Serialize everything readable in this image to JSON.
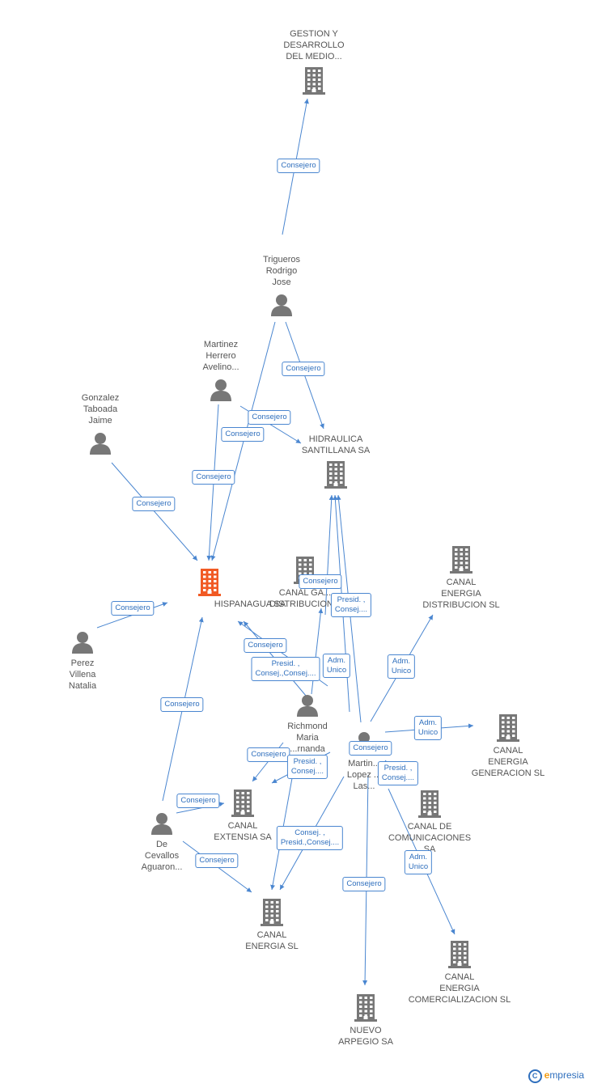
{
  "colors": {
    "edge": "#4a86d0",
    "company": "#777777",
    "focus": "#f15a24",
    "person": "#777777"
  },
  "nodes": [
    {
      "id": "gestion",
      "type": "company",
      "lines": [
        "GESTION Y",
        "DESARROLLO",
        "DEL MEDIO..."
      ]
    },
    {
      "id": "trigueros",
      "type": "person",
      "lines": [
        "Trigueros",
        "Rodrigo",
        "Jose"
      ]
    },
    {
      "id": "martinez_herrero",
      "type": "person",
      "lines": [
        "Martinez",
        "Herrero",
        "Avelino..."
      ]
    },
    {
      "id": "gonzalez",
      "type": "person",
      "lines": [
        "Gonzalez",
        "Taboada",
        "Jaime"
      ]
    },
    {
      "id": "hidraulica",
      "type": "company",
      "lines": [
        "HIDRAULICA",
        "SANTILLANA SA"
      ]
    },
    {
      "id": "hispanagua",
      "type": "focus",
      "lines": [
        "HISPANAGUA SA"
      ]
    },
    {
      "id": "canal_gas",
      "type": "company",
      "lines": [
        "CANAL GA...",
        "DISTRIBUCION..."
      ]
    },
    {
      "id": "canal_energia_dist",
      "type": "company",
      "lines": [
        "CANAL",
        "ENERGIA",
        "DISTRIBUCION SL"
      ]
    },
    {
      "id": "perez",
      "type": "person",
      "lines": [
        "Perez",
        "Villena",
        "Natalia"
      ]
    },
    {
      "id": "richmond",
      "type": "person",
      "lines": [
        "Richmond",
        "Maria",
        "...rnanda"
      ]
    },
    {
      "id": "martinez_lopez",
      "type": "person",
      "lines": [
        "Martin...",
        "Lopez ...",
        "Las..."
      ]
    },
    {
      "id": "canal_energia_gen",
      "type": "company",
      "lines": [
        "CANAL",
        "ENERGIA",
        "GENERACION SL"
      ]
    },
    {
      "id": "canal_extensia",
      "type": "company",
      "lines": [
        "CANAL",
        "EXTENSIA SA"
      ]
    },
    {
      "id": "canal_comunicaciones",
      "type": "company",
      "lines": [
        "CANAL DE",
        "COMUNICACIONES",
        "SA"
      ]
    },
    {
      "id": "de_cevallos",
      "type": "person",
      "lines": [
        "De",
        "Cevallos",
        "Aguaron..."
      ]
    },
    {
      "id": "canal_energia",
      "type": "company",
      "lines": [
        "CANAL",
        "ENERGIA SL"
      ]
    },
    {
      "id": "canal_energia_com",
      "type": "company",
      "lines": [
        "CANAL",
        "ENERGIA",
        "COMERCIALIZACION SL"
      ]
    },
    {
      "id": "nuevo_arpegio",
      "type": "company",
      "lines": [
        "NUEVO",
        "ARPEGIO SA"
      ]
    }
  ],
  "edge_labels": [
    {
      "id": "e1",
      "lines": [
        "Consejero"
      ]
    },
    {
      "id": "e2",
      "lines": [
        "Consejero"
      ]
    },
    {
      "id": "e3",
      "lines": [
        "Consejero"
      ]
    },
    {
      "id": "e4",
      "lines": [
        "Consejero"
      ]
    },
    {
      "id": "e5",
      "lines": [
        "Consejero"
      ]
    },
    {
      "id": "e6",
      "lines": [
        "Consejero"
      ]
    },
    {
      "id": "e7",
      "lines": [
        "Consejero"
      ]
    },
    {
      "id": "e8",
      "lines": [
        "Consejero"
      ]
    },
    {
      "id": "e9",
      "lines": [
        "Presid. ,",
        "Consej...."
      ]
    },
    {
      "id": "e10",
      "lines": [
        "Consejero"
      ]
    },
    {
      "id": "e11",
      "lines": [
        "Presid. ,",
        "Consej.,Consej...."
      ]
    },
    {
      "id": "e12",
      "lines": [
        "Adm.",
        "Unico"
      ]
    },
    {
      "id": "e13",
      "lines": [
        "Adm.",
        "Unico"
      ]
    },
    {
      "id": "e14",
      "lines": [
        "Adm.",
        "Unico"
      ]
    },
    {
      "id": "e15",
      "lines": [
        "Consejero"
      ]
    },
    {
      "id": "e16",
      "lines": [
        "Consejero"
      ]
    },
    {
      "id": "e17",
      "lines": [
        "Presid. ,",
        "Consej...."
      ]
    },
    {
      "id": "e18",
      "lines": [
        "Presid. ,",
        "Consej...."
      ]
    },
    {
      "id": "e19",
      "lines": [
        "Consejero"
      ]
    },
    {
      "id": "e20",
      "lines": [
        "Consejero"
      ]
    },
    {
      "id": "e21",
      "lines": [
        "Consej. ,",
        "Presid.,Consej...."
      ]
    },
    {
      "id": "e22",
      "lines": [
        "Consejero"
      ]
    },
    {
      "id": "e23",
      "lines": [
        "Adm.",
        "Unico"
      ]
    },
    {
      "id": "e24",
      "lines": [
        "Consejero"
      ]
    }
  ],
  "brand": {
    "copyright": "C",
    "name_first": "e",
    "name_rest": "mpresia"
  }
}
